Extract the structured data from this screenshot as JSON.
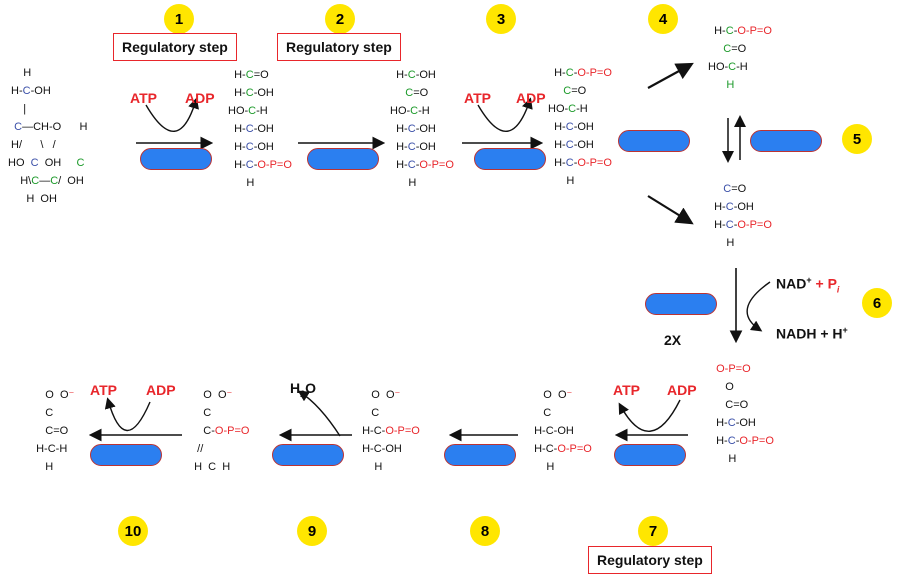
{
  "steps": [
    "1",
    "2",
    "3",
    "4",
    "5",
    "6",
    "7",
    "8",
    "9",
    "10"
  ],
  "regulatory_label": "Regulatory step",
  "atp": "ATP",
  "adp": "ADP",
  "nad": "NAD",
  "nad_plus_pi": "+ P",
  "pi_sub": "i",
  "nadh": "NADH + H",
  "plus_sup": "+",
  "two_x": "2X",
  "h2o": "H",
  "h2o_sub": "2",
  "h2o_o": "O",
  "colors": {
    "badge": "#ffe600",
    "enzyme_pill": "#2b7ff0",
    "reaction_label": "#e8262b",
    "carbon": "#1c9a2a",
    "phosphate": "#e8262b"
  }
}
